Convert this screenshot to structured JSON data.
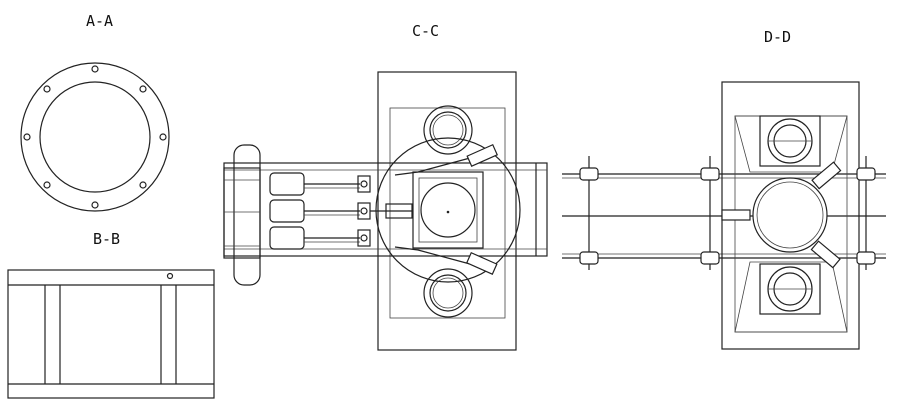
{
  "views": {
    "aa": {
      "label": "A-A"
    },
    "bb": {
      "label": "B-B"
    },
    "cc": {
      "label": "C-C"
    },
    "dd": {
      "label": "D-D"
    }
  },
  "colors": {
    "line": "#222222",
    "background": "#ffffff"
  }
}
